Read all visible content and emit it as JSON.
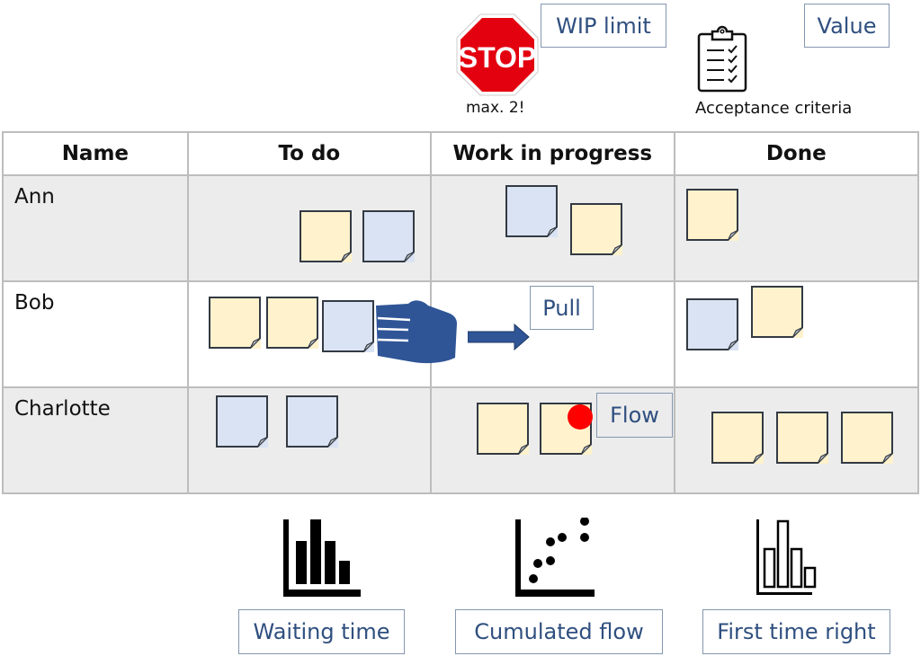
{
  "top_labels": {
    "wip_limit": "WIP limit",
    "value": "Value",
    "stop_sign_text": "STOP",
    "stop_caption": "max. 2!",
    "acceptance_caption": "Acceptance criteria"
  },
  "board": {
    "columns": [
      "Name",
      "To do",
      "Work in progress",
      "Done"
    ],
    "rows": [
      {
        "name": "Ann",
        "todo": [
          "yellow",
          "blue"
        ],
        "wip": [
          "blue",
          "yellow"
        ],
        "done": [
          "yellow"
        ]
      },
      {
        "name": "Bob",
        "todo": [
          "yellow",
          "yellow",
          "blue"
        ],
        "wip": [],
        "done": [
          "blue",
          "yellow"
        ]
      },
      {
        "name": "Charlotte",
        "todo": [
          "blue",
          "blue"
        ],
        "wip": [
          "yellow",
          "yellow"
        ],
        "done": [
          "yellow",
          "yellow",
          "yellow"
        ]
      }
    ]
  },
  "annotations": {
    "pull": "Pull",
    "flow": "Flow"
  },
  "metrics": [
    {
      "icon": "bar-chart-filled-icon",
      "label": "Waiting time"
    },
    {
      "icon": "scatter-chart-icon",
      "label": "Cumulated flow"
    },
    {
      "icon": "bar-chart-outline-icon",
      "label": "First time right"
    }
  ],
  "colors": {
    "sticky_yellow": "#fff2cc",
    "sticky_blue": "#dae3f3",
    "accent_blue": "#2f5597",
    "stop_red": "#e3000f",
    "blocker_red": "#ff0000",
    "label_text": "#2f4f7f"
  }
}
